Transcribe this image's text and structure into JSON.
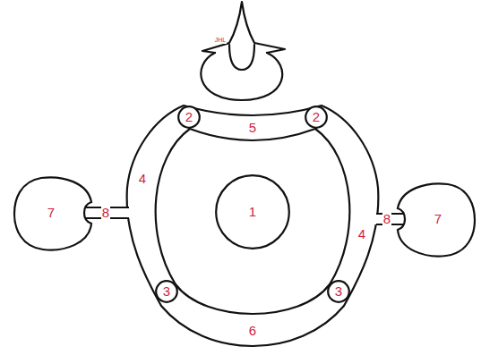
{
  "diagram": {
    "nodes": [
      {
        "text": [
          "2"
        ]
      },
      {
        "text": [
          "2"
        ]
      },
      {
        "text": [
          "7"
        ]
      },
      {
        "text": [
          "1"
        ]
      },
      {
        "text": [
          "7"
        ]
      },
      {
        "text": [
          "3"
        ]
      },
      {
        "text": [
          "3"
        ]
      }
    ],
    "labels": [
      "JHL",
      "5",
      "4",
      "8",
      "8",
      "4",
      "6"
    ]
  }
}
